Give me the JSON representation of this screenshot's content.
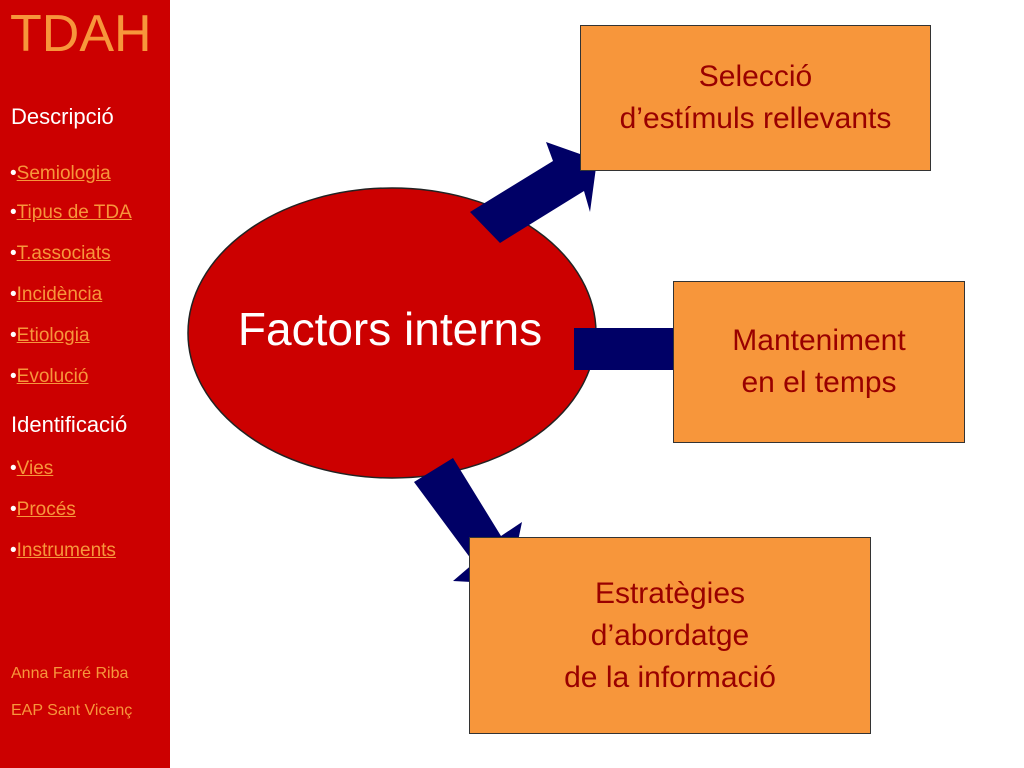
{
  "sidebar": {
    "title": "TDAH",
    "section_1": "Descripció",
    "links_1": [
      "Semiologia",
      "Tipus de TDA",
      "T.associats",
      "Incidència",
      "Etiologia",
      "Evolució"
    ],
    "section_2": "Identificació",
    "links_2": [
      "Vies",
      "Procés",
      "Instruments"
    ],
    "bullet": "•",
    "footer": [
      "Anna Farré Riba",
      "EAP Sant Vicenç"
    ]
  },
  "diagram": {
    "center": "Factors interns",
    "boxes": [
      "Selecció\nd’estímuls rellevants",
      "Manteniment\nen el temps",
      "Estratègies\nd’abordatge\nde la informació"
    ]
  },
  "colors": {
    "sidebar": "#cc0000",
    "accent": "#f7963b",
    "ellipse": "#cc0000",
    "arrow": "#000066",
    "box_text": "#990000"
  }
}
